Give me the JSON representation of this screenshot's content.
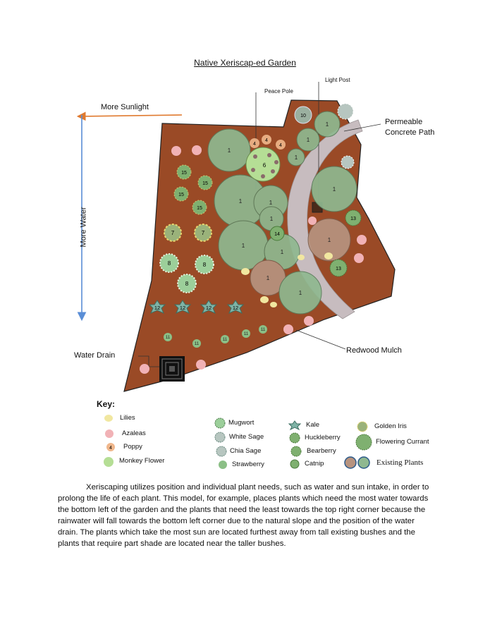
{
  "title": "Native Xeriscap-ed Garden",
  "labels": {
    "more_sunlight": "More Sunlight",
    "more_water": "More Water",
    "peace_pole": "Peace Pole",
    "light_post": "Light Post",
    "permeable_path": [
      "Permeable",
      "Concrete Path"
    ],
    "water_drain": "Water Drain",
    "redwood_mulch": "Redwood Mulch"
  },
  "key": {
    "heading": "Key:",
    "col1": [
      "Lilies",
      "Azaleas",
      "Poppy",
      "Monkey Flower"
    ],
    "col2": [
      "Mugwort",
      "White Sage",
      "Chia Sage",
      "Strawberry"
    ],
    "col3": [
      "Kale",
      "Huckleberry",
      "Bearberry",
      "Catnip"
    ],
    "col4": [
      "Golden Iris",
      "Flowering Currant"
    ],
    "existing": "Existing Plants"
  },
  "plant_numbers": {
    "tree": "1",
    "tree_small": "1",
    "poppy": "4",
    "currant": "6",
    "iris": "7",
    "mugwort": "8",
    "whitesage": "10",
    "strawberry": "11",
    "kale": "12",
    "bearberry": "13",
    "catnip": "14",
    "huckleberry": "15"
  },
  "paragraph": "Xeriscaping utilizes position and individual plant needs, such as water and sun intake, in order to prolong the life of each plant. This model, for example, places plants which need the most water towards the bottom left of the garden and the plants that need the least towards the top right corner because the rainwater will fall towards the bottom left corner due to the natural slope and the position of the water drain. The plants which take the most sun are located furthest away from tall existing bushes and the plants that require part shade are located near the taller bushes.",
  "colors": {
    "mulch": "#9a4a26",
    "path": "#c7bcbf",
    "tree_green": "#8fb890",
    "tree_brown": "#b7937f",
    "azalea": "#f1b2b6",
    "lily": "#f1e7a0",
    "currant": "#b5de95",
    "sun_arrow": "#e07a2f",
    "water_arrow": "#5a8ed6"
  }
}
